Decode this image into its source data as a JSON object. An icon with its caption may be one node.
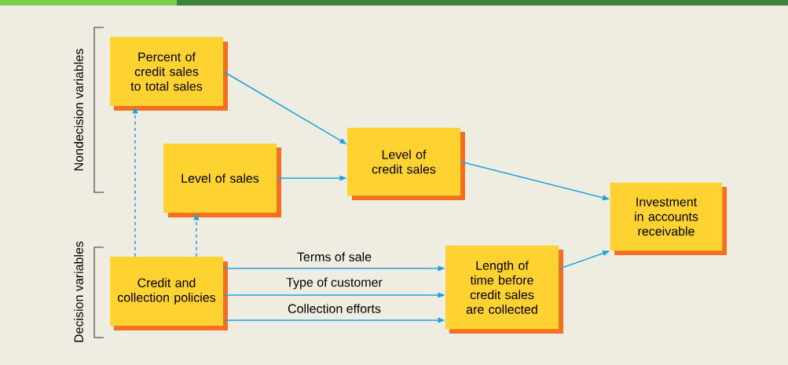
{
  "diagram": {
    "nodes": [
      {
        "text": [
          "Percent of credit sales to total sales"
        ]
      },
      {
        "text": [
          "Level of sales"
        ]
      },
      {
        "text": [
          "Level of credit sales"
        ]
      },
      {
        "text": [
          "Investment in accounts receivable"
        ]
      },
      {
        "text": [
          "Credit and collection policies"
        ]
      },
      {
        "text": [
          "Length of time before credit sales are collected"
        ]
      }
    ],
    "edges": [
      {
        "from": 0,
        "to": 2,
        "arrow": "to"
      },
      {
        "from": 1,
        "to": 2,
        "arrow": "to"
      },
      {
        "from": 2,
        "to": 3,
        "arrow": "to"
      },
      {
        "from": 5,
        "to": 3,
        "arrow": "to"
      },
      {
        "from": 4,
        "to": 0,
        "arrow": "to",
        "style": "dashed"
      },
      {
        "from": 4,
        "to": 1,
        "arrow": "to",
        "style": "dashed"
      },
      {
        "from": 4,
        "to": 5,
        "arrow": "to",
        "label": "Terms of sale"
      },
      {
        "from": 4,
        "to": 5,
        "arrow": "to",
        "label": "Type of customer"
      },
      {
        "from": 4,
        "to": 5,
        "arrow": "to",
        "label": "Collection efforts"
      }
    ],
    "labels": [
      "Nondecision variables",
      "Decision variables"
    ]
  }
}
